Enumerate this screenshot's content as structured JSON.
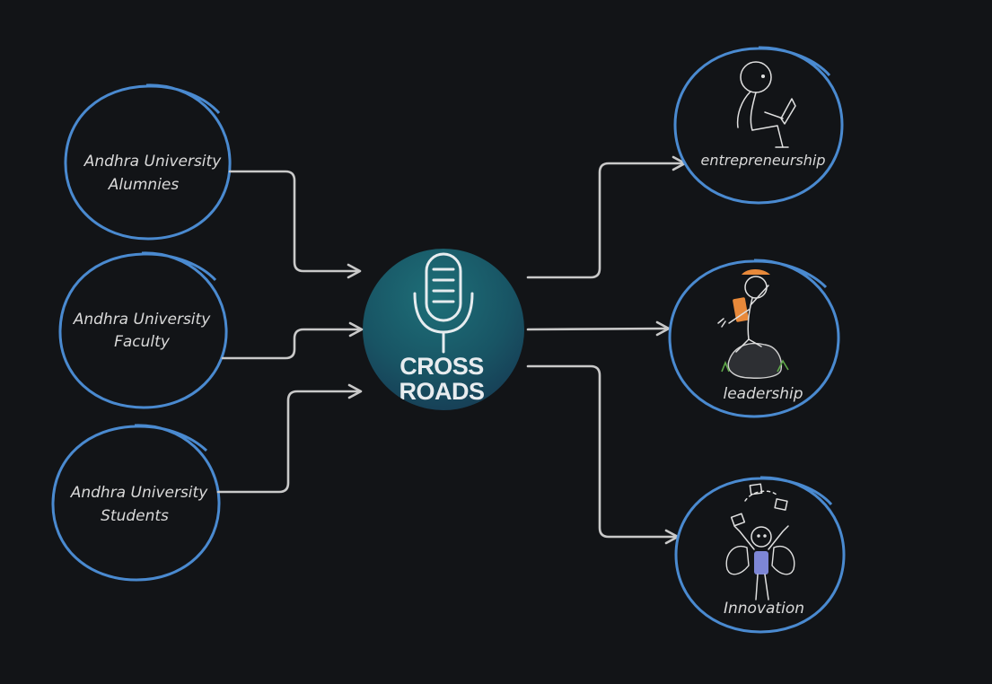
{
  "sources": [
    {
      "id": "alumni",
      "line1": "Andhra University",
      "line2": "Alumnies"
    },
    {
      "id": "faculty",
      "line1": "Andhra University",
      "line2": "Faculty"
    },
    {
      "id": "students",
      "line1": "Andhra University",
      "line2": "Students"
    }
  ],
  "hub": {
    "line1": "CROSS",
    "line2": "ROADS"
  },
  "outcomes": [
    {
      "id": "entrepreneurship",
      "label": "entrepreneurship",
      "icon": "person-with-laptop-icon"
    },
    {
      "id": "leadership",
      "label": "leadership",
      "icon": "explorer-on-rock-icon"
    },
    {
      "id": "innovation",
      "label": "Innovation",
      "icon": "juggling-angel-icon"
    }
  ],
  "colors": {
    "background": "#121417",
    "ring": "#4a8ad0",
    "arrow": "#c9c9c9",
    "hub_top": "#1e6f78",
    "hub_bottom": "#16344f",
    "accent_orange": "#e8893a",
    "accent_purple": "#7d86d6"
  }
}
